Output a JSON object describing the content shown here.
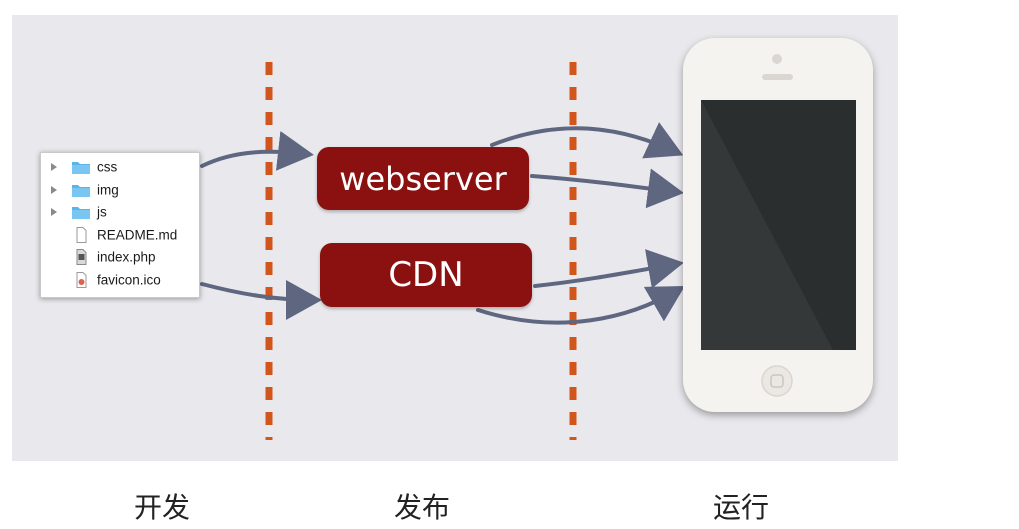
{
  "file_list": {
    "items": [
      {
        "name": "css",
        "type": "folder"
      },
      {
        "name": "img",
        "type": "folder"
      },
      {
        "name": "js",
        "type": "folder"
      },
      {
        "name": "README.md",
        "type": "document"
      },
      {
        "name": "index.php",
        "type": "php-file"
      },
      {
        "name": "favicon.ico",
        "type": "icon-file"
      }
    ]
  },
  "nodes": {
    "webserver": "webserver",
    "cdn": "CDN"
  },
  "stages": {
    "develop": "开发",
    "publish": "发布",
    "run": "运行"
  },
  "colors": {
    "node_fill": "#8b1010",
    "divider": "#d2561c",
    "arrow": "#5f6680",
    "folder": "#5ab4e8",
    "slide_background": "#e9e9ed"
  }
}
